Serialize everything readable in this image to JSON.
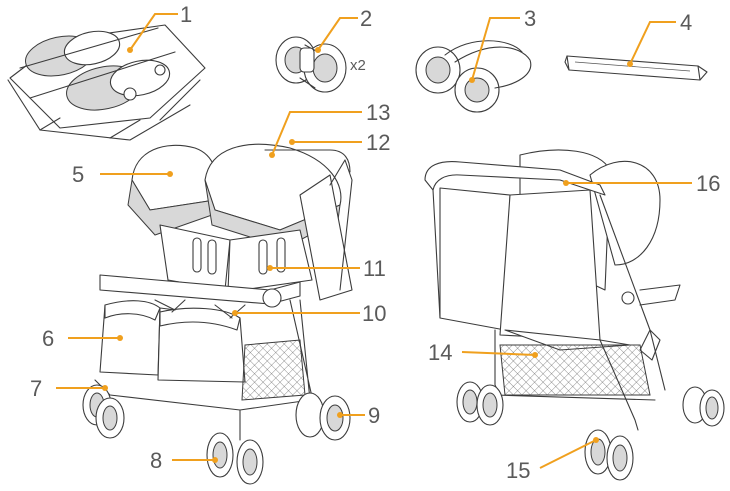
{
  "diagram": {
    "accent_color": "#f0a01e",
    "line_color": "#3c3c3c",
    "text_color": "#5a5a5a",
    "quantity_note": "x2",
    "parts": [
      {
        "id": "1",
        "label": "1"
      },
      {
        "id": "2",
        "label": "2"
      },
      {
        "id": "3",
        "label": "3"
      },
      {
        "id": "4",
        "label": "4"
      },
      {
        "id": "5",
        "label": "5"
      },
      {
        "id": "6",
        "label": "6"
      },
      {
        "id": "7",
        "label": "7"
      },
      {
        "id": "8",
        "label": "8"
      },
      {
        "id": "9",
        "label": "9"
      },
      {
        "id": "10",
        "label": "10"
      },
      {
        "id": "11",
        "label": "11"
      },
      {
        "id": "12",
        "label": "12"
      },
      {
        "id": "13",
        "label": "13"
      },
      {
        "id": "14",
        "label": "14"
      },
      {
        "id": "15",
        "label": "15"
      },
      {
        "id": "16",
        "label": "16"
      }
    ]
  }
}
